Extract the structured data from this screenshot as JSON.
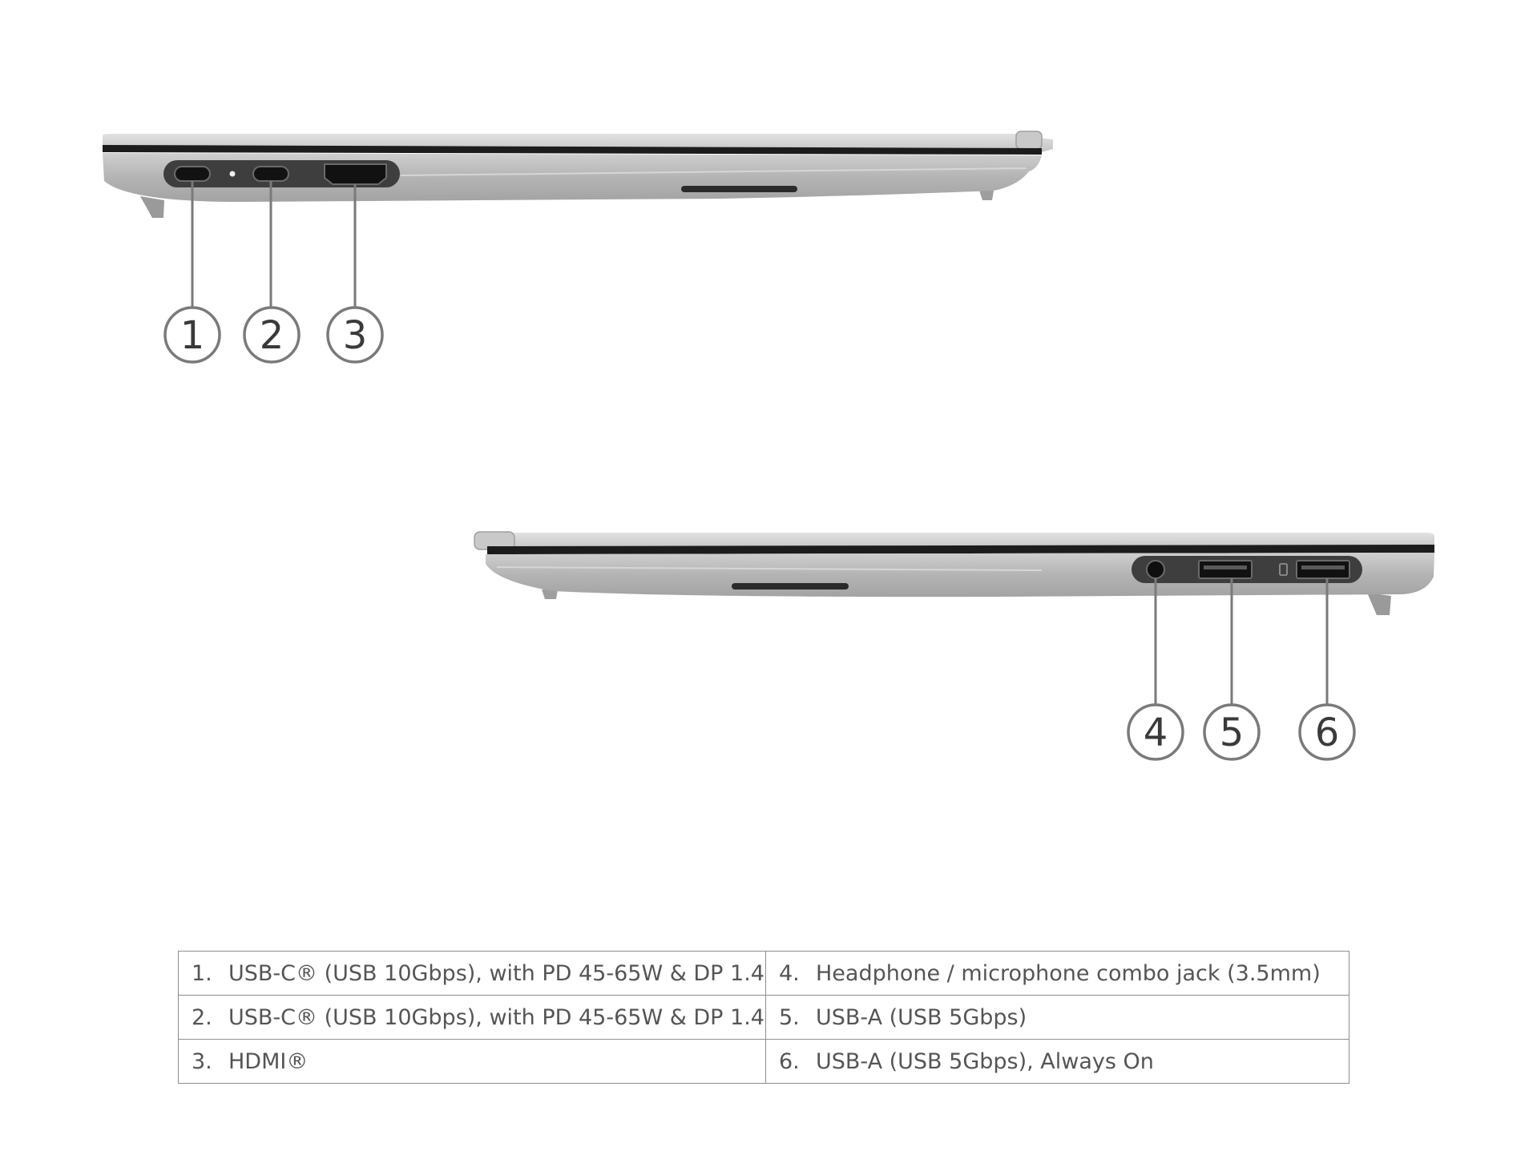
{
  "callouts": {
    "top_view": [
      "1",
      "2",
      "3"
    ],
    "bottom_view": [
      "4",
      "5",
      "6"
    ]
  },
  "ports_table": {
    "rows": [
      {
        "left": {
          "num": "1.",
          "text": "USB-C® (USB 10Gbps), with PD 45-65W & DP 1.4"
        },
        "right": {
          "num": "4.",
          "text": "Headphone / microphone combo jack (3.5mm)"
        }
      },
      {
        "left": {
          "num": "2.",
          "text": "USB-C® (USB 10Gbps), with PD 45-65W & DP 1.4"
        },
        "right": {
          "num": "5.",
          "text": "USB-A (USB 5Gbps)"
        }
      },
      {
        "left": {
          "num": "3.",
          "text": "HDMI®"
        },
        "right": {
          "num": "6.",
          "text": "USB-A (USB 5Gbps), Always On"
        }
      }
    ]
  },
  "colors": {
    "chassis": "#b7b7b7",
    "chassis_light": "#d6d6d6",
    "bezel": "#1c1c1c",
    "port_bay": "#3e3e3e",
    "callout_stroke": "#7a7a7a",
    "table_border": "#8d8d8d"
  }
}
